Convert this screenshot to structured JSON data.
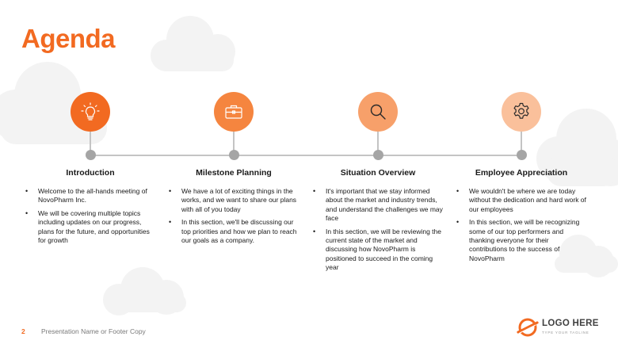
{
  "slide": {
    "title": "Agenda",
    "page_number": "2",
    "footer_text": "Presentation Name or Footer Copy"
  },
  "logo": {
    "text": "LOGO HERE",
    "tagline": "TYPE YOUR TAGLINE",
    "color": "#f26a21"
  },
  "colors": {
    "accent": "#f26a21",
    "step1": "#f26a21",
    "step2": "#f5853f",
    "step3": "#f7a06a",
    "step4": "#fac09b",
    "timeline": "#c4c4c4",
    "dot": "#a5a5a5"
  },
  "steps": [
    {
      "title": "Introduction",
      "icon": "lightbulb-icon",
      "bullets": [
        "Welcome to the all-hands meeting of NovoPharm Inc.",
        "We will be covering multiple topics including updates on our progress, plans for the future, and opportunities for growth"
      ]
    },
    {
      "title": "Milestone Planning",
      "icon": "briefcase-icon",
      "bullets": [
        "We have a lot of exciting things in the works, and we want to share our plans with all of you today",
        "In this section, we'll be discussing our top priorities and how we plan to reach our goals as a company."
      ]
    },
    {
      "title": "Situation Overview",
      "icon": "magnifier-icon",
      "bullets": [
        "It's important that we stay informed about the market and industry trends, and understand the challenges we may face",
        "In this section, we will be reviewing the current state of the market and discussing how NovoPharm is positioned to succeed in the coming year"
      ]
    },
    {
      "title": "Employee Appreciation",
      "icon": "gear-icon",
      "bullets": [
        "We wouldn't be where we are today without the dedication and hard work of our employees",
        "In this section, we will be recognizing some of our top performers and thanking everyone for their contributions to the success of NovoPharm"
      ]
    }
  ]
}
